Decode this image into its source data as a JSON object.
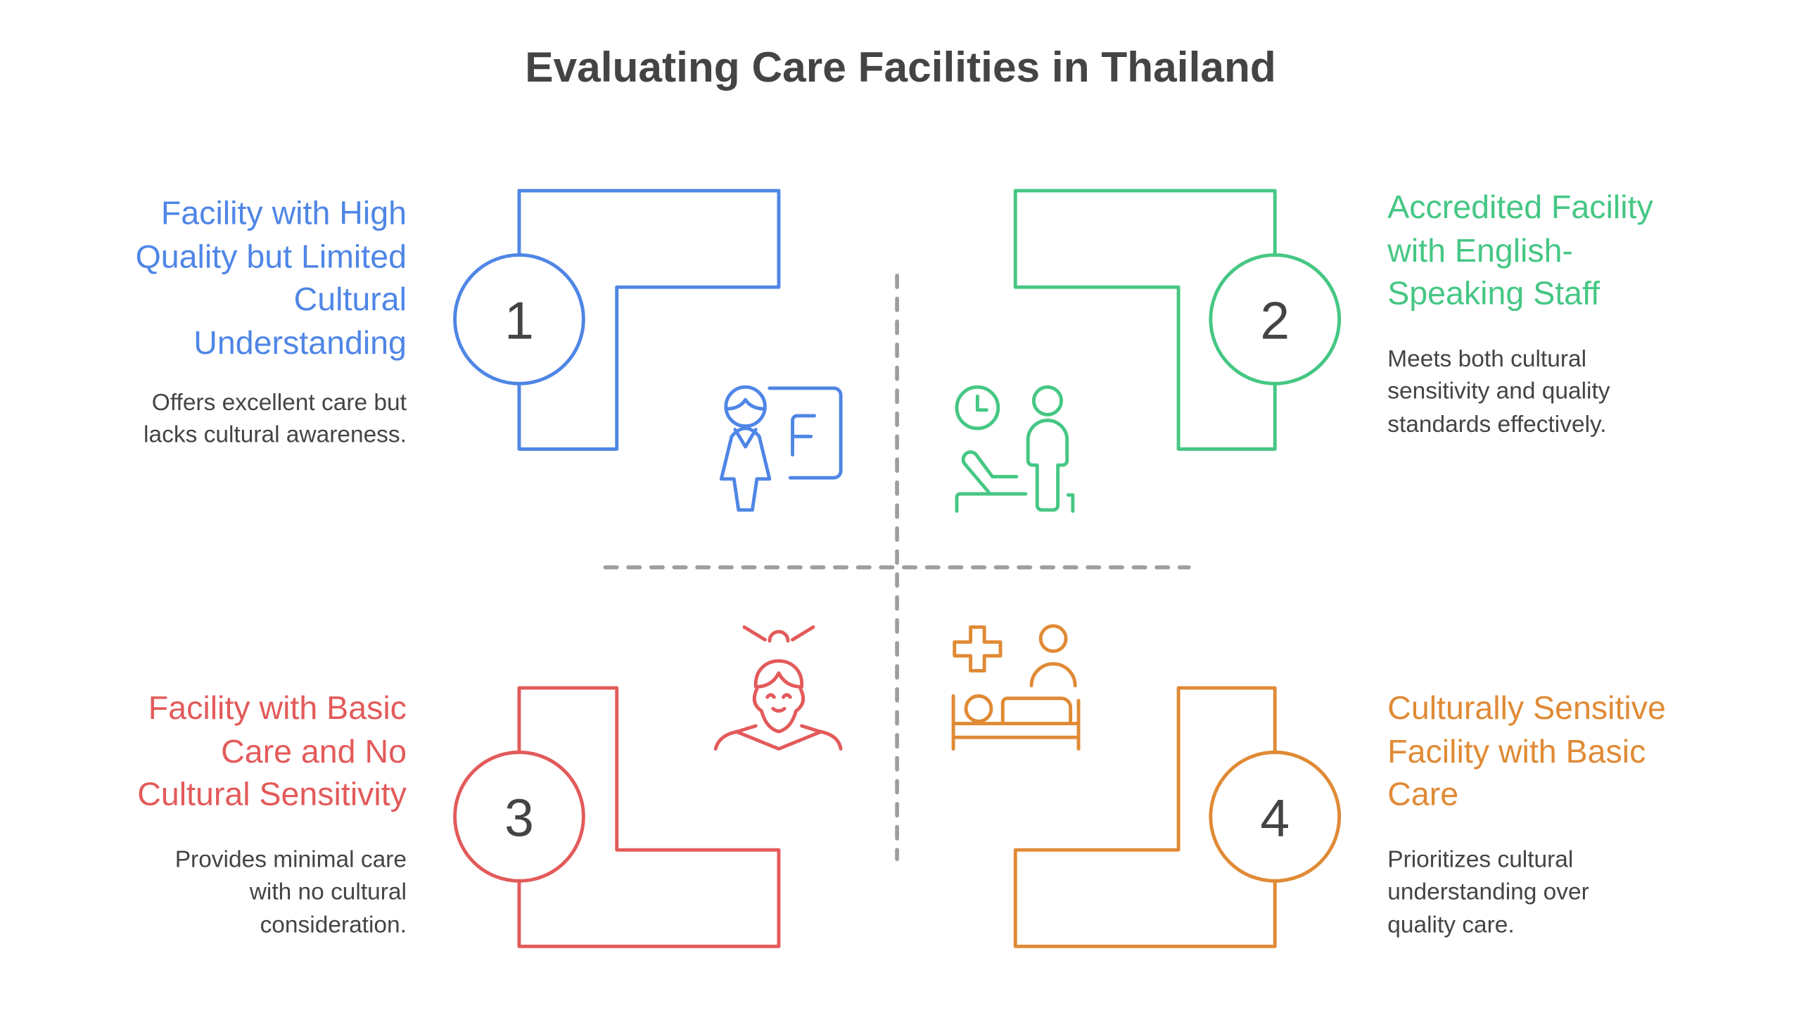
{
  "title": "Evaluating Care Facilities in Thailand",
  "colors": {
    "q1": "#4f86e6",
    "q2": "#45c784",
    "q3": "#e35a5a",
    "q4": "#e08a35",
    "divider": "#9e9e9e",
    "text": "#444444"
  },
  "quadrants": [
    {
      "number": "1",
      "heading": "Facility with High\nQuality but Limited\nCultural\nUnderstanding",
      "description": "Offers excellent care but\nlacks cultural awareness.",
      "icon": "teacher-board-icon"
    },
    {
      "number": "2",
      "heading": "Accredited Facility\nwith English-\nSpeaking Staff",
      "description": "Meets both cultural\nsensitivity and quality\nstandards effectively.",
      "icon": "waiting-room-staff-icon"
    },
    {
      "number": "3",
      "heading": "Facility with Basic\nCare and No\nCultural Sensitivity",
      "description": "Provides minimal care\nwith no cultural\nconsideration.",
      "icon": "thai-woman-icon"
    },
    {
      "number": "4",
      "heading": "Culturally Sensitive\nFacility with Basic\nCare",
      "description": "Prioritizes cultural\nunderstanding over\nquality care.",
      "icon": "hospital-bed-icon"
    }
  ]
}
